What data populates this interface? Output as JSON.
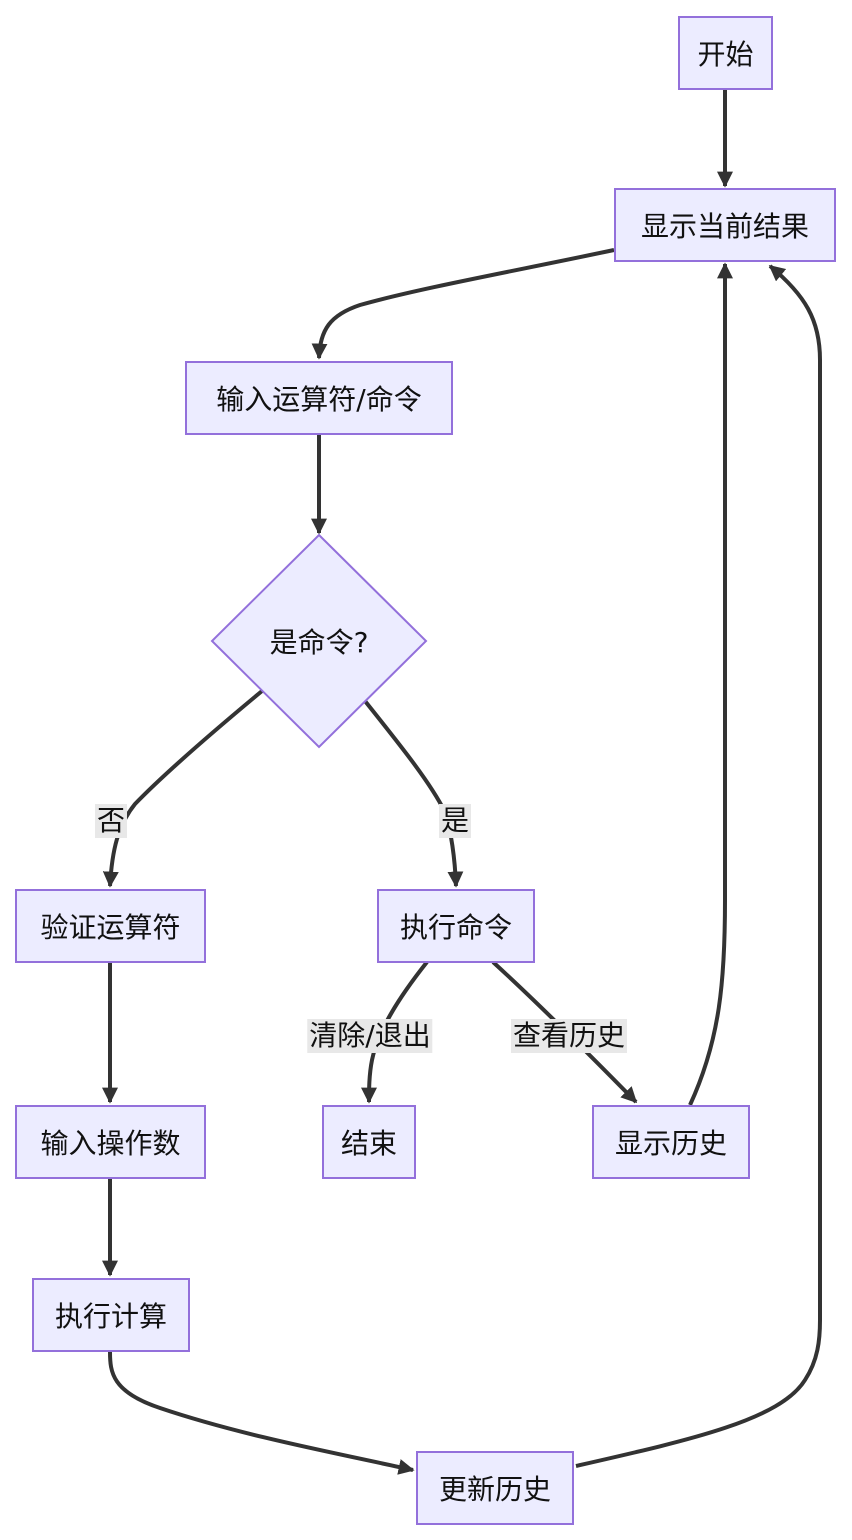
{
  "flowchart": {
    "nodes": {
      "start": "开始",
      "show_result": "显示当前结果",
      "input_operator": "输入运算符/命令",
      "is_command": "是命令?",
      "validate_operator": "验证运算符",
      "execute_command": "执行命令",
      "input_operand": "输入操作数",
      "end": "结束",
      "show_history": "显示历史",
      "calculate": "执行计算",
      "update_history": "更新历史"
    },
    "edge_labels": {
      "no": "否",
      "yes": "是",
      "clear_exit": "清除/退出",
      "view_history": "查看历史"
    }
  }
}
